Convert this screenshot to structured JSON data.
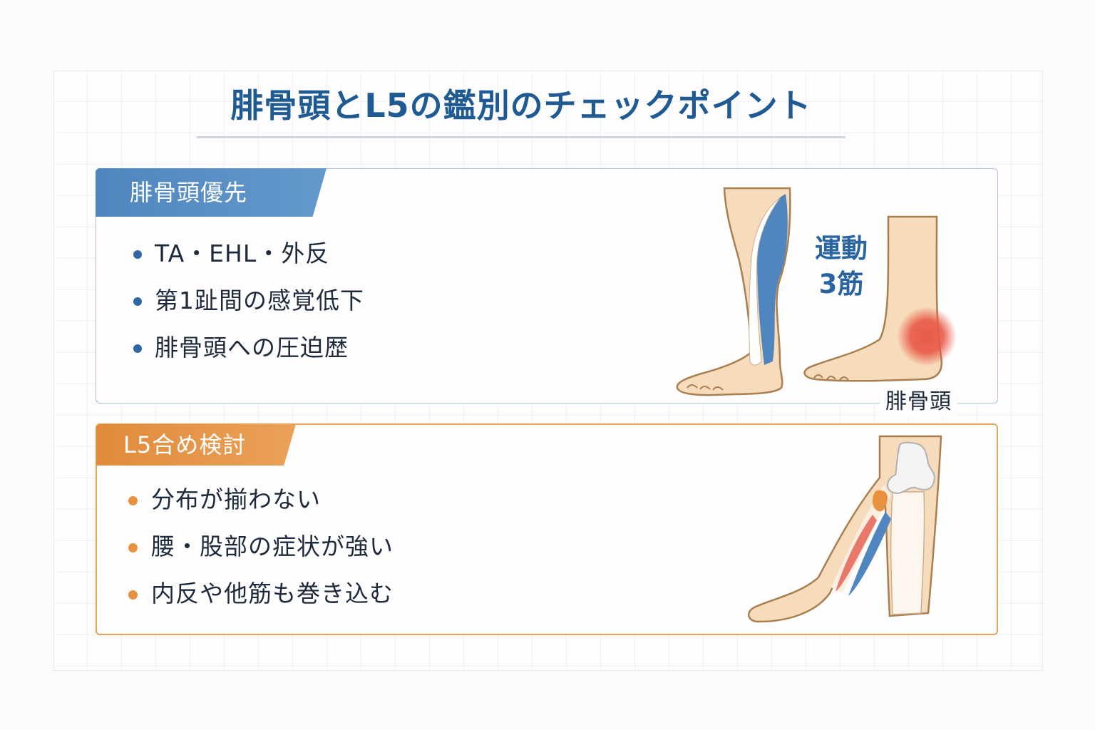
{
  "title": "腓骨頭とL5の鑑別のチェックポイント",
  "panels": {
    "fibular": {
      "tag": "腓骨頭優先",
      "color": "#4f86bf",
      "items": [
        "TA・EHL・外反",
        "第1趾間の感覚低下",
        "腓骨頭への圧迫歴"
      ],
      "illustration": {
        "motor_label_line1": "運動",
        "motor_label_line2": "3筋",
        "site_label": "腓骨頭",
        "icons": [
          "leg-muscle-icon",
          "foot-pain-spot-icon"
        ]
      }
    },
    "l5": {
      "tag": "L5合め検討",
      "color": "#e08b3a",
      "items": [
        "分布が揃わない",
        "腰・股部の症状が強い",
        "内反や他筋も巻き込む"
      ],
      "illustration": {
        "icons": [
          "leg-anatomy-icon"
        ]
      }
    }
  }
}
